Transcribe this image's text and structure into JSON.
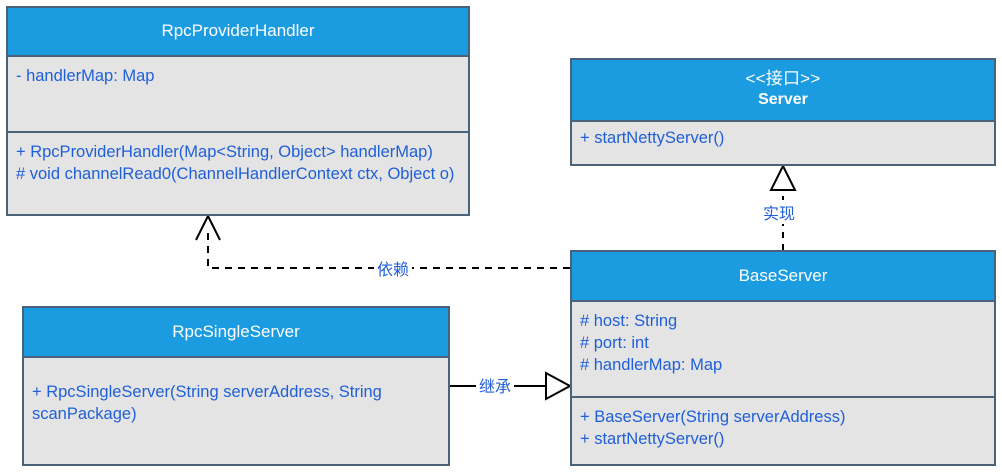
{
  "diagram": {
    "type": "uml-class-diagram",
    "colors": {
      "header_fill": "#1b9be0",
      "body_fill": "#e4e4e4",
      "border": "#4a6378",
      "member_text": "#1f5fd8",
      "header_text": "#ffffff",
      "edge_line": "#000000",
      "edge_label_text": "#1f5fd8",
      "background": "#ffffff"
    },
    "classes": [
      {
        "id": "rpc-provider-handler",
        "name": "RpcProviderHandler",
        "stereotype": "",
        "attributes": [
          "- handlerMap: Map"
        ],
        "operations": [
          "+ RpcProviderHandler(Map<String, Object> handlerMap)",
          "# void channelRead0(ChannelHandlerContext ctx, Object o)"
        ]
      },
      {
        "id": "server",
        "name": "Server",
        "stereotype": "<<接口>>",
        "attributes": [],
        "operations": [
          "+ startNettyServer()"
        ]
      },
      {
        "id": "base-server",
        "name": "BaseServer",
        "stereotype": "",
        "attributes": [
          "# host: String",
          "# port: int",
          "# handlerMap: Map"
        ],
        "operations": [
          "+ BaseServer(String serverAddress)",
          "+ startNettyServer()"
        ]
      },
      {
        "id": "rpc-single-server",
        "name": "RpcSingleServer",
        "stereotype": "",
        "attributes": [],
        "operations": [
          "+ RpcSingleServer(String serverAddress, String scanPackage)"
        ]
      }
    ],
    "edges": [
      {
        "id": "realization-baseserver-server",
        "label": "实现",
        "kind": "realization",
        "from": "base-server",
        "to": "server",
        "line_style": "dashed",
        "arrow_head": "hollow-triangle"
      },
      {
        "id": "dependency-baseserver-handler",
        "label": "依赖",
        "kind": "dependency",
        "from": "base-server",
        "to": "rpc-provider-handler",
        "line_style": "dashed",
        "arrow_head": "open-arrow"
      },
      {
        "id": "generalization-singleserver-baseserver",
        "label": "继承",
        "kind": "generalization",
        "from": "rpc-single-server",
        "to": "base-server",
        "line_style": "solid",
        "arrow_head": "hollow-triangle"
      }
    ]
  }
}
